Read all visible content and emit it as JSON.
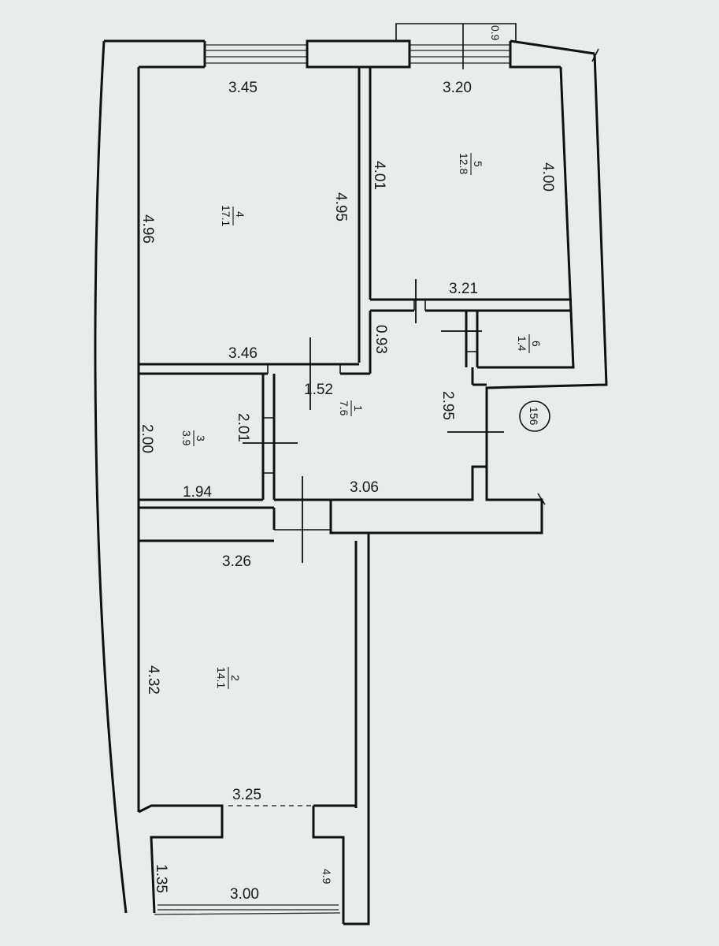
{
  "plan_id": "156",
  "rooms": [
    {
      "id": "room-1",
      "number": "1",
      "area": "7.6"
    },
    {
      "id": "room-2",
      "number": "2",
      "area": "14.1"
    },
    {
      "id": "room-3",
      "number": "3",
      "area": "3.9"
    },
    {
      "id": "room-4",
      "number": "4",
      "area": "17.1"
    },
    {
      "id": "room-5",
      "number": "5",
      "area": "12.8"
    },
    {
      "id": "room-6",
      "number": "6",
      "area": "1.4"
    }
  ],
  "dimensions": {
    "r4_top": "3.45",
    "r4_left": "4.96",
    "r4_right": "4.95",
    "r4_bottom": "3.46",
    "r5_top": "3.20",
    "r5_left": "4.01",
    "r5_right": "4.00",
    "r5_bottom": "3.21",
    "r1_top_left": "0.93",
    "r1_door": "1.52",
    "r1_right": "2.95",
    "r1_bottom": "3.06",
    "r3_left": "2.00",
    "r3_right": "2.01",
    "r3_bottom": "1.94",
    "r2_top": "3.26",
    "r2_left": "4.32",
    "r2_bottom": "3.25",
    "balcony_left": "1.35",
    "balcony_bottom": "3.00",
    "balcony_right": "4.9",
    "window_tag": "0.9"
  }
}
